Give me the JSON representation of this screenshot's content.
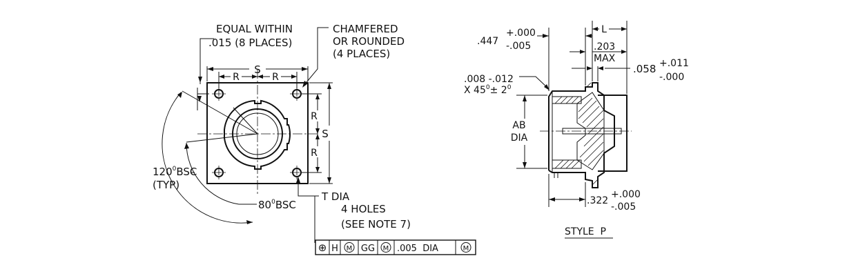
{
  "front_view": {
    "equal_within_line1": "EQUAL WITHIN",
    "equal_within_line2": ".015  (8 PLACES)",
    "chamfer_line1": "CHAMFERED",
    "chamfer_line2": "OR ROUNDED",
    "chamfer_line3": "(4 PLACES)",
    "dim_s_horizontal": "S",
    "dim_r_left": "R",
    "dim_r_right": "R",
    "dim_r_upper": "R",
    "dim_r_lower": "R",
    "dim_s_vertical": "S",
    "angle_120": "120",
    "angle_120_degree": "0",
    "angle_120_bsc": "BSC",
    "angle_typ": "(TYP)",
    "angle_80_prefix": "80",
    "angle_80_degree": "0",
    "angle_80_bsc": "BSC",
    "hole_line1": "T DIA",
    "hole_line2": "4 HOLES",
    "hole_line3": "(SEE NOTE 7)"
  },
  "feature_control_frame": {
    "position_symbol": "⊕",
    "datum_h": "H",
    "modifier_1": "M",
    "datum_gg": "GG",
    "modifier_2": "M",
    "tolerance": ".005  DIA",
    "modifier_3": "M"
  },
  "side_view": {
    "dim_447": ".447",
    "dim_447_plus": "+.000",
    "dim_447_minus": "-.005",
    "dim_l": "L",
    "dim_203": ".203",
    "dim_203_max": "MAX",
    "dim_058": ".058",
    "dim_058_plus": "+.011",
    "dim_058_minus": "-.000",
    "chamfer_line1": ".008 -.012",
    "chamfer_line2_prefix": "X 45",
    "chamfer_line2_deg": "0",
    "chamfer_line2_suffix": "± 2",
    "chamfer_line2_deg2": "0",
    "ab_line1": "AB",
    "ab_line2": "DIA",
    "dim_322": ".322",
    "dim_322_plus": "+.000",
    "dim_322_minus": "-.005",
    "style_label": "STYLE  P"
  }
}
